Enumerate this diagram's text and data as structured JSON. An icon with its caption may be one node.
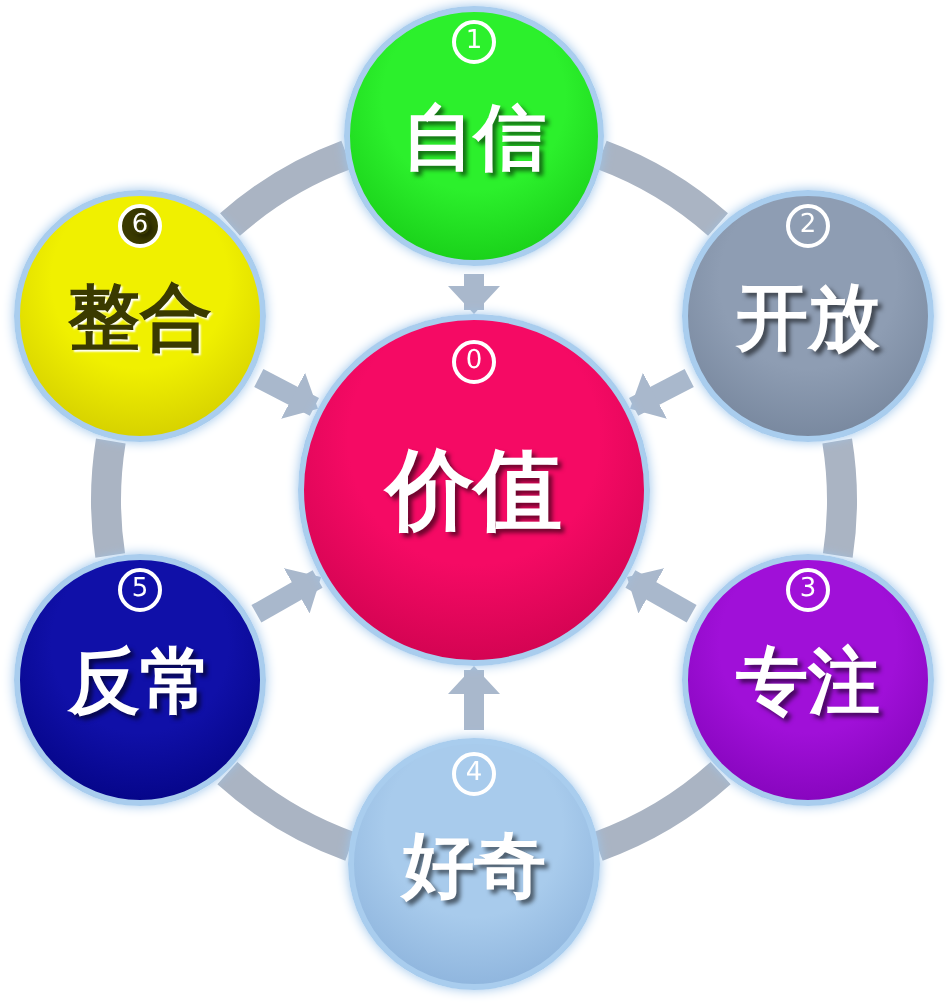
{
  "diagram": {
    "nodes": [
      {
        "text": [
          "0",
          "价值"
        ]
      },
      {
        "text": [
          "1",
          "自信"
        ]
      },
      {
        "text": [
          "2",
          "开放"
        ]
      },
      {
        "text": [
          "3",
          "专注"
        ]
      },
      {
        "text": [
          "4",
          "好奇"
        ]
      },
      {
        "text": [
          "5",
          "反常"
        ]
      },
      {
        "text": [
          "6",
          "整合"
        ]
      }
    ],
    "edges": [
      {
        "from": 1,
        "to": 0,
        "arrow": "to"
      },
      {
        "from": 2,
        "to": 0,
        "arrow": "to"
      },
      {
        "from": 3,
        "to": 0,
        "arrow": "to"
      },
      {
        "from": 4,
        "to": 0,
        "arrow": "to"
      },
      {
        "from": 5,
        "to": 0,
        "arrow": "to"
      },
      {
        "from": 6,
        "to": 0,
        "arrow": "to"
      },
      {
        "from": 1,
        "to": 2,
        "arrow": "none"
      },
      {
        "from": 2,
        "to": 3,
        "arrow": "none"
      },
      {
        "from": 3,
        "to": 4,
        "arrow": "none"
      },
      {
        "from": 4,
        "to": 5,
        "arrow": "none"
      },
      {
        "from": 5,
        "to": 6,
        "arrow": "none"
      },
      {
        "from": 6,
        "to": 1,
        "arrow": "none"
      }
    ]
  }
}
